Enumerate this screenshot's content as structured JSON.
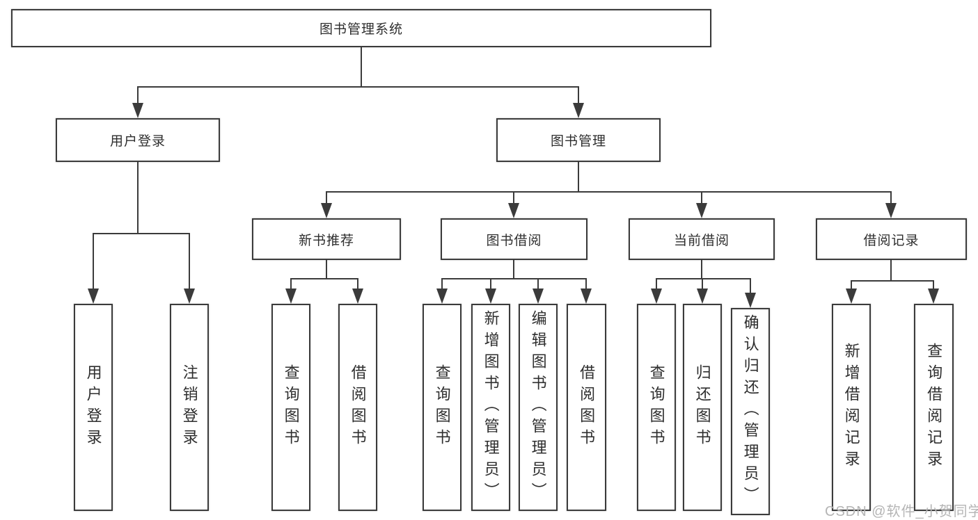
{
  "tree": {
    "root": {
      "label": "图书管理系统",
      "children": [
        {
          "label": "用户登录",
          "children": [
            {
              "label": "用户登录"
            },
            {
              "label": "注销登录"
            }
          ]
        },
        {
          "label": "图书管理",
          "children": [
            {
              "label": "新书推荐",
              "children": [
                {
                  "label": "查询图书"
                },
                {
                  "label": "借阅图书"
                }
              ]
            },
            {
              "label": "图书借阅",
              "children": [
                {
                  "label": "查询图书"
                },
                {
                  "label": "新增图书（管理员）"
                },
                {
                  "label": "编辑图书（管理员）"
                },
                {
                  "label": "借阅图书"
                }
              ]
            },
            {
              "label": "当前借阅",
              "children": [
                {
                  "label": "查询图书"
                },
                {
                  "label": "归还图书"
                },
                {
                  "label": "确认归还（管理员）"
                }
              ]
            },
            {
              "label": "借阅记录",
              "children": [
                {
                  "label": "新增借阅记录"
                },
                {
                  "label": "查询借阅记录"
                }
              ]
            }
          ]
        }
      ]
    }
  },
  "watermark": {
    "text": "CSDN @软件_小贺同学"
  },
  "colors": {
    "line": "#3b3b3b",
    "text": "#2e2e2e",
    "background": "#ffffff",
    "watermark": "#b5b5b5"
  }
}
